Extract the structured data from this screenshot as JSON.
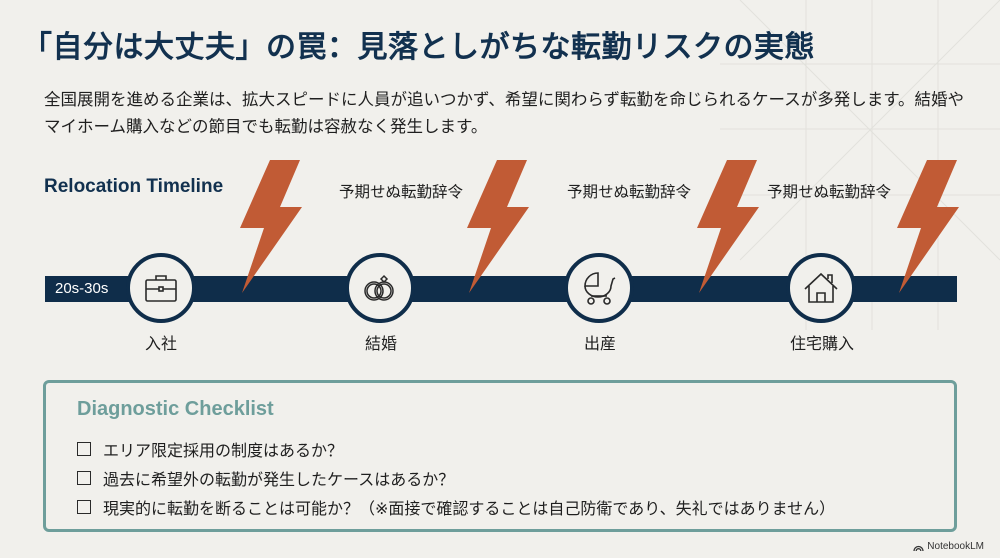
{
  "slide": {
    "title": "「自分は大丈夫」の罠：見落としがちな転勤リスクの実態",
    "lead": "全国展開を進める企業は、拡大スピードに人員が追いつかず、希望に関わらず転勤を命じられるケースが多発します。結婚やマイホーム購入などの節目でも転勤は容赦なく発生します。"
  },
  "timeline": {
    "title": "Relocation Timeline",
    "age_range": "20s-30s",
    "bar_color": "#0f2d4a",
    "bolt_color": "#c15b35",
    "milestones": [
      {
        "label": "入社",
        "icon": "briefcase-icon"
      },
      {
        "label": "結婚",
        "icon": "rings-icon"
      },
      {
        "label": "出産",
        "icon": "baby-carriage-icon"
      },
      {
        "label": "住宅購入",
        "icon": "house-icon"
      }
    ],
    "events": [
      {
        "label": "予期せぬ転勤辞令"
      },
      {
        "label": "予期せぬ転勤辞令"
      },
      {
        "label": "予期せぬ転勤辞令"
      }
    ]
  },
  "checklist": {
    "title": "Diagnostic Checklist",
    "accent_color": "#6e9e9b",
    "items": [
      {
        "text": "エリア限定採用の制度はあるか？",
        "checked": false
      },
      {
        "text": "過去に希望外の転勤が発生したケースはあるか？",
        "checked": false
      },
      {
        "text": "現実的に転勤を断ることは可能か？（※面接で確認することは自己防衛であり、失礼ではありません）",
        "checked": false
      }
    ]
  },
  "branding": {
    "label": "NotebookLM"
  }
}
